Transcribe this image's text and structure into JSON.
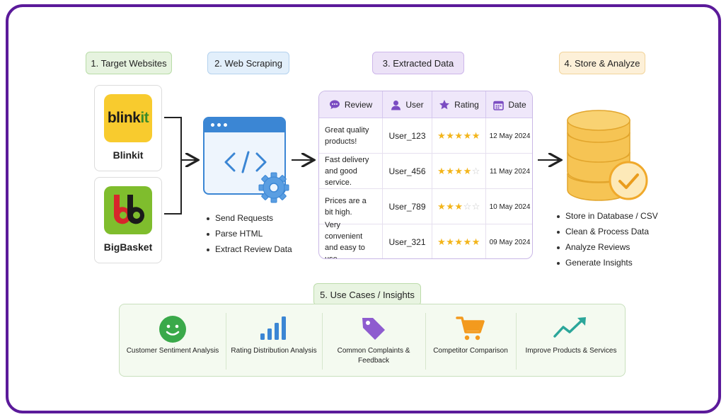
{
  "stages": [
    {
      "label": "1. Target Websites"
    },
    {
      "label": "2. Web Scraping"
    },
    {
      "label": "3. Extracted Data"
    },
    {
      "label": "4. Store & Analyze"
    },
    {
      "label": "5. Use Cases / Insights"
    }
  ],
  "websites": [
    {
      "name": "Blinkit",
      "logo_text_a": "blink",
      "logo_text_b": "it",
      "color": "#f8cb2e"
    },
    {
      "name": "BigBasket",
      "color": "#7fbd2d"
    }
  ],
  "scraping_steps": [
    "Send Requests",
    "Parse HTML",
    "Extract Review Data"
  ],
  "table": {
    "headers": [
      "Review",
      "User",
      "Rating",
      "Date"
    ],
    "rows": [
      {
        "review": "Great quality products!",
        "user": "User_123",
        "rating": 5,
        "date": "12 May 2024"
      },
      {
        "review": "Fast delivery and good service.",
        "user": "User_456",
        "rating": 4,
        "date": "11 May 2024"
      },
      {
        "review": "Prices are a bit high.",
        "user": "User_789",
        "rating": 3,
        "date": "10 May 2024"
      },
      {
        "review": "Very convenient and easy to use.",
        "user": "User_321",
        "rating": 5,
        "date": "09 May 2024"
      }
    ]
  },
  "store_steps": [
    "Store in Database / CSV",
    "Clean & Process Data",
    "Analyze Reviews",
    "Generate Insights"
  ],
  "use_cases": [
    {
      "label": "Customer Sentiment Analysis",
      "icon": "smiley-icon"
    },
    {
      "label": "Rating Distribution Analysis",
      "icon": "bar-chart-icon"
    },
    {
      "label": "Common Complaints & Feedback",
      "icon": "tag-icon"
    },
    {
      "label": "Competitor Comparison",
      "icon": "cart-icon"
    },
    {
      "label": "Improve Products & Services",
      "icon": "trend-up-icon"
    }
  ],
  "colors": {
    "frame": "#5b1a9a",
    "accent_blue": "#3b86d4",
    "accent_purple": "#7b4cc2",
    "star": "#f3b51b",
    "database": "#f6c454",
    "success_green": "#3aa94a"
  }
}
